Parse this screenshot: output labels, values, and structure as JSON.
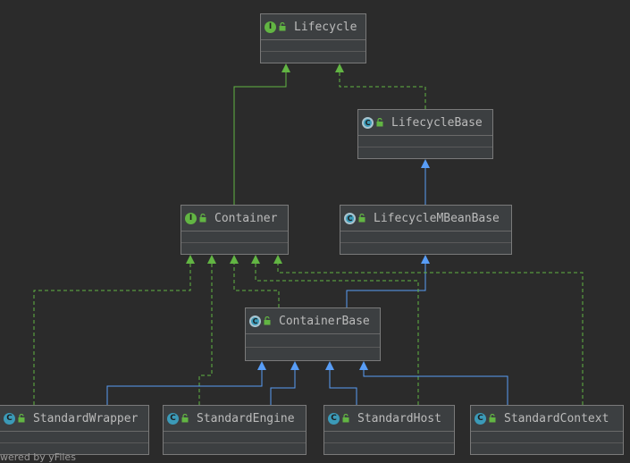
{
  "colors": {
    "background": "#2b2b2b",
    "node_fill": "#3c3f41",
    "implements_edge": "#62b543",
    "extends_edge": "#589df6",
    "interface_badge": "#62b543",
    "class_badge": "#3b9ab8"
  },
  "nodes": {
    "lifecycle": {
      "name": "Lifecycle",
      "badge": "I",
      "kind": "interface"
    },
    "lifecycle_base": {
      "name": "LifecycleBase",
      "badge": "C",
      "kind": "abstract-class"
    },
    "container": {
      "name": "Container",
      "badge": "I",
      "kind": "interface"
    },
    "lifecycle_mbean_base": {
      "name": "LifecycleMBeanBase",
      "badge": "C",
      "kind": "abstract-class"
    },
    "container_base": {
      "name": "ContainerBase",
      "badge": "C",
      "kind": "abstract-class"
    },
    "standard_wrapper": {
      "name": "StandardWrapper",
      "badge": "C",
      "kind": "class"
    },
    "standard_engine": {
      "name": "StandardEngine",
      "badge": "C",
      "kind": "class"
    },
    "standard_host": {
      "name": "StandardHost",
      "badge": "C",
      "kind": "class"
    },
    "standard_context": {
      "name": "StandardContext",
      "badge": "C",
      "kind": "class"
    }
  },
  "edges": [
    {
      "from": "container",
      "to": "lifecycle",
      "type": "extends"
    },
    {
      "from": "lifecycle_base",
      "to": "lifecycle",
      "type": "implements"
    },
    {
      "from": "lifecycle_mbean_base",
      "to": "lifecycle_base",
      "type": "extends"
    },
    {
      "from": "container_base",
      "to": "lifecycle_mbean_base",
      "type": "extends"
    },
    {
      "from": "container_base",
      "to": "container",
      "type": "implements"
    },
    {
      "from": "standard_wrapper",
      "to": "container_base",
      "type": "extends"
    },
    {
      "from": "standard_engine",
      "to": "container_base",
      "type": "extends"
    },
    {
      "from": "standard_host",
      "to": "container_base",
      "type": "extends"
    },
    {
      "from": "standard_context",
      "to": "container_base",
      "type": "extends"
    },
    {
      "from": "standard_wrapper",
      "to": "container",
      "type": "implements"
    },
    {
      "from": "standard_engine",
      "to": "container",
      "type": "implements"
    },
    {
      "from": "standard_host",
      "to": "container",
      "type": "implements"
    },
    {
      "from": "standard_context",
      "to": "container",
      "type": "implements"
    }
  ],
  "icons": {
    "visibility": "lock-icon"
  },
  "watermark": "wered by yFiles"
}
